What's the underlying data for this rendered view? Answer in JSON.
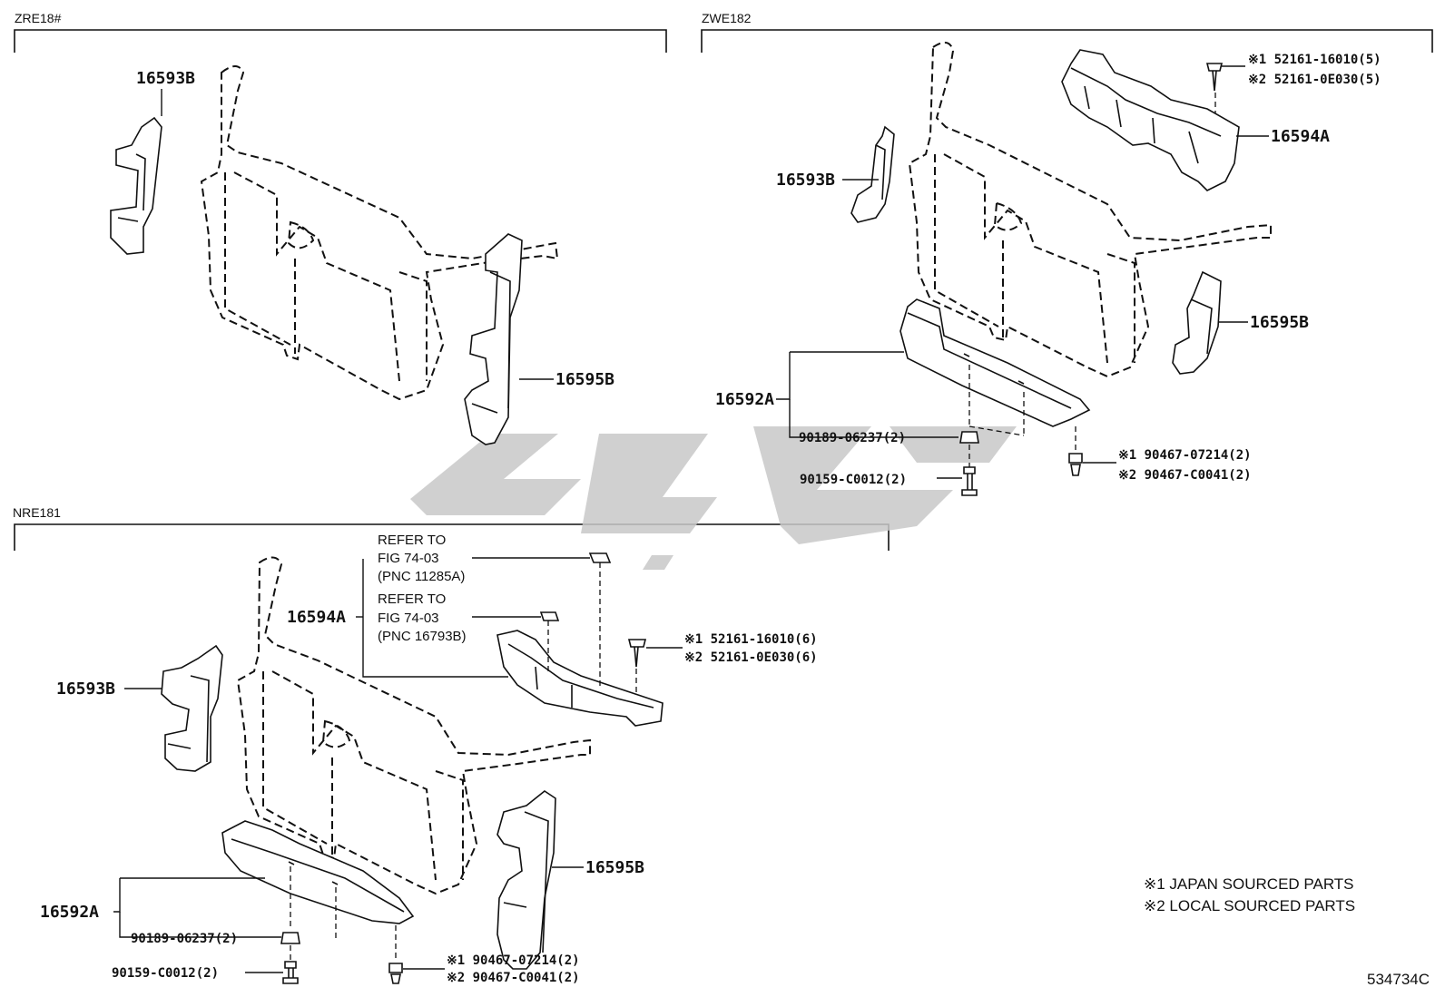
{
  "sections": {
    "zre": "ZRE18#",
    "zwe": "ZWE182",
    "nre": "NRE181"
  },
  "labels": {
    "zre_16593b": "16593B",
    "zre_16595b": "16595B",
    "zwe_16593b": "16593B",
    "zwe_16594a": "16594A",
    "zwe_16595b": "16595B",
    "zwe_16592a": "16592A",
    "zwe_clip1": "※1 52161-16010(5)",
    "zwe_clip2": "※2 52161-0E030(5)",
    "zwe_nut": "90189-06237(2)",
    "zwe_bolt": "90159-C0012(2)",
    "zwe_screw1": "※1 90467-07214(2)",
    "zwe_screw2": "※2 90467-C0041(2)",
    "nre_16594a": "16594A",
    "nre_16593b": "16593B",
    "nre_16595b": "16595B",
    "nre_16592a": "16592A",
    "nre_clip1": "※1 52161-16010(6)",
    "nre_clip2": "※2 52161-0E030(6)",
    "nre_nut": "90189-06237(2)",
    "nre_bolt": "90159-C0012(2)",
    "nre_screw1": "※1 90467-07214(2)",
    "nre_screw2": "※2 90467-C0041(2)"
  },
  "refer": {
    "a1": "REFER TO",
    "a2": "FIG 74-03",
    "a3": "(PNC 11285A)",
    "b1": "REFER TO",
    "b2": "FIG 74-03",
    "b3": "(PNC 16793B)"
  },
  "legend": {
    "note1": "※1 JAPAN SOURCED PARTS",
    "note2": "※2 LOCAL SOURCED PARTS"
  },
  "figure_id": "534734C"
}
